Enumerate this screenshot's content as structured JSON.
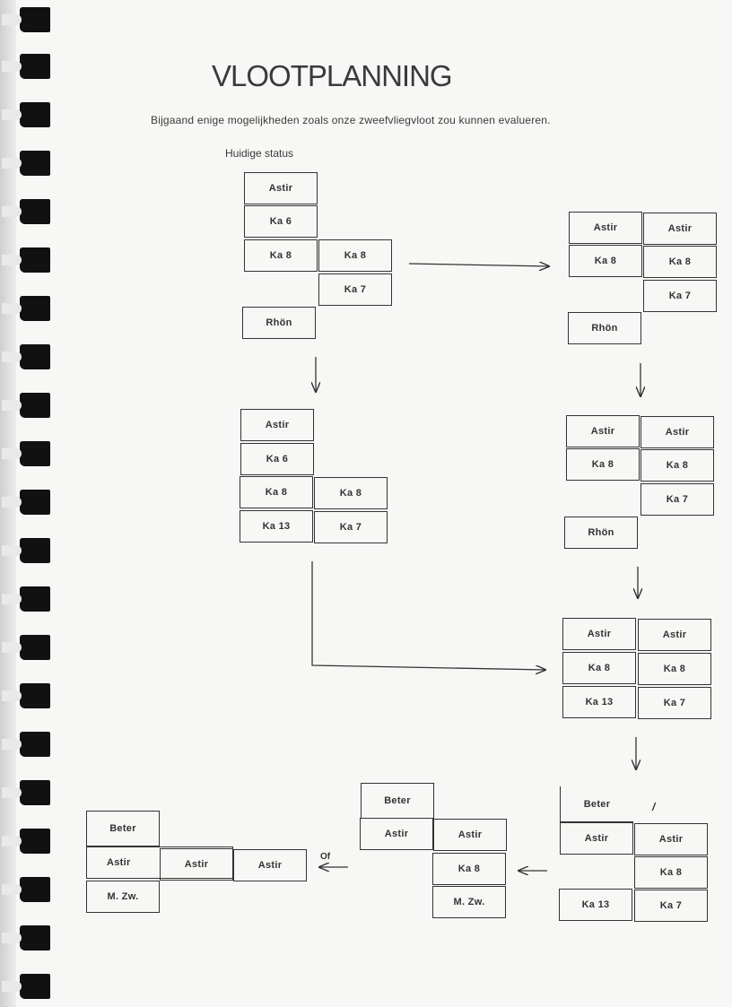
{
  "title": "VLOOTPLANNING",
  "subtitle": "Bijgaand enige mogelijkheden zoals onze zweefvliegvloot zou kunnen evalueren.",
  "status_label": "Huidige status",
  "of_label": "Of",
  "slash_mark": "/",
  "boxes": {
    "b1": [
      "Astir",
      "Ka 6",
      "Ka 8",
      "Ka 8",
      "Ka 7",
      "Rhön"
    ],
    "b2": [
      "Astir",
      "Astir",
      "Ka 8",
      "Ka 8",
      "Ka 7",
      "Rhön"
    ],
    "b3": [
      "Astir",
      "Ka 6",
      "Ka 8",
      "Ka 8",
      "Ka 13",
      "Ka 7"
    ],
    "b4": [
      "Astir",
      "Astir",
      "Ka 8",
      "Ka 8",
      "Ka 7",
      "Rhön"
    ],
    "b5": [
      "Astir",
      "Astir",
      "Ka 8",
      "Ka 8",
      "Ka 13",
      "Ka 7"
    ],
    "b6": [
      "Beter",
      "Astir",
      "Astir",
      "Ka 8",
      "Ka 13",
      "Ka 7"
    ],
    "b7": [
      "Beter",
      "Astir",
      "Astir",
      "Ka 8",
      "M. Zw."
    ],
    "b8": [
      "Beter",
      "Astir",
      "Astir",
      "Astir",
      "M. Zw."
    ]
  }
}
